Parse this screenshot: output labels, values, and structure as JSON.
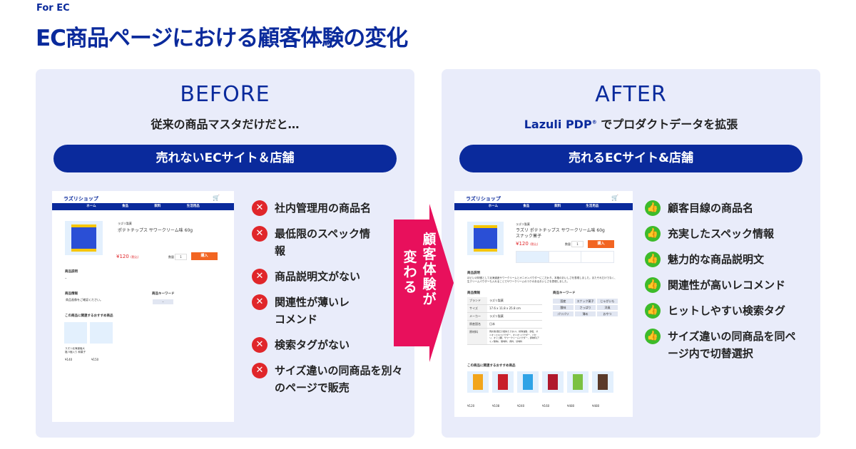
{
  "header": {
    "eyebrow": "For EC",
    "title": "EC商品ページにおける顧客体験の変化"
  },
  "before": {
    "heading": "BEFORE",
    "subtitle": "従来の商品マスタだけだと…",
    "pill": "売れないECサイト＆店舗",
    "points": [
      "社内管理用の商品名",
      "最低限のスペック情報",
      "商品説明文がない",
      "関連性が薄いレコメンド",
      "検索タグがない",
      "サイズ違いの同商品を別々のページで販売"
    ],
    "shop": {
      "name": "ラズリショップ",
      "nav": [
        "ホーム",
        "食品",
        "飲料",
        "生活用品"
      ],
      "maker": "ラズリ製菓",
      "product": "ポテトチップス サワークリーム味 60g",
      "price": "¥120",
      "tax": "(税込)",
      "qty_label": "数量",
      "qty": "1",
      "buy": "購入",
      "desc_heading": "商品説明",
      "desc": "–",
      "info_heading": "商品情報",
      "info": "商品画像をご確認ください。",
      "kw_heading": "商品キーワード",
      "kw": "–",
      "rec_heading": "この商品に関連するおすすめ商品",
      "recs": [
        {
          "name": "ラズリ北海道塩大福 5個入り 和菓子",
          "price": "¥140"
        },
        {
          "name": "",
          "price": "¥150"
        }
      ]
    }
  },
  "after": {
    "brand": "Lazuli PDP",
    "brand_mark": "®",
    "subtitle": "でプロダクトデータを拡張",
    "heading": "AFTER",
    "pill": "売れるECサイト&店舗",
    "points": [
      "顧客目線の商品名",
      "充実したスペック情報",
      "魅力的な商品説明文",
      "関連性が高いレコメンド",
      "ヒットしやすい検索タグ",
      "サイズ違いの同商品を同ページ内で切替選択"
    ],
    "shop": {
      "name": "ラズリショップ",
      "nav": [
        "ホーム",
        "食品",
        "飲料",
        "生活用品"
      ],
      "maker": "ラズリ製菓",
      "product": "ラズリ ポテトチップス サワークリーム味 60g",
      "product2": "スナック菓子",
      "price": "¥120",
      "tax": "(税込)",
      "qty_label": "数量",
      "qty": "1",
      "buy": "購入",
      "desc_heading": "商品説明",
      "desc": "ほどいの特徴として北海道産サワークリームとオニオンパウダーにこだわり、本格のおいしさを表現しました。またそれだけでなく、生クリームパウダーも入れることでサワークリームのコクのあるおいしさを表現しました。",
      "info_heading": "商品情報",
      "specs": [
        [
          "ブランド",
          "ラズリ製菓"
        ],
        [
          "サイズ",
          "17.6 x 11.8 x 25.8 cm"
        ],
        [
          "メーカー",
          "ラズリ製菓"
        ],
        [
          "原産国名",
          "日本"
        ],
        [
          "原材料",
          "馬鈴薯(遺伝子組換えでない)、植物油脂、食塩、オニオンエキスパウダー、オニオンパウダー、パセリ、オリゴ糖、サワークリームパウダー、調味料(アミノ酸等)、酸味料、香料、甘味料"
        ]
      ],
      "kw_heading": "商品キーワード",
      "kws": [
        "国産",
        "スナック菓子",
        "じゃがいも",
        "酸味",
        "さっぱり",
        "洋風",
        "パリパリ",
        "薄め",
        "おやつ"
      ],
      "rec_heading": "この商品に関連するおすすめ商品",
      "recs": [
        {
          "price": "¥120"
        },
        {
          "price": "¥108"
        },
        {
          "price": "¥240"
        },
        {
          "price": "¥160"
        },
        {
          "price": "¥480"
        },
        {
          "price": "¥480"
        }
      ]
    }
  },
  "arrow": {
    "line1": "顧客体験が",
    "line2": "変わる"
  },
  "colors": {
    "navy": "#0a2a9c",
    "panel": "#e9ecfa",
    "arrow": "#e8105c",
    "bad": "#e0262a",
    "good": "#3dbb2a"
  }
}
